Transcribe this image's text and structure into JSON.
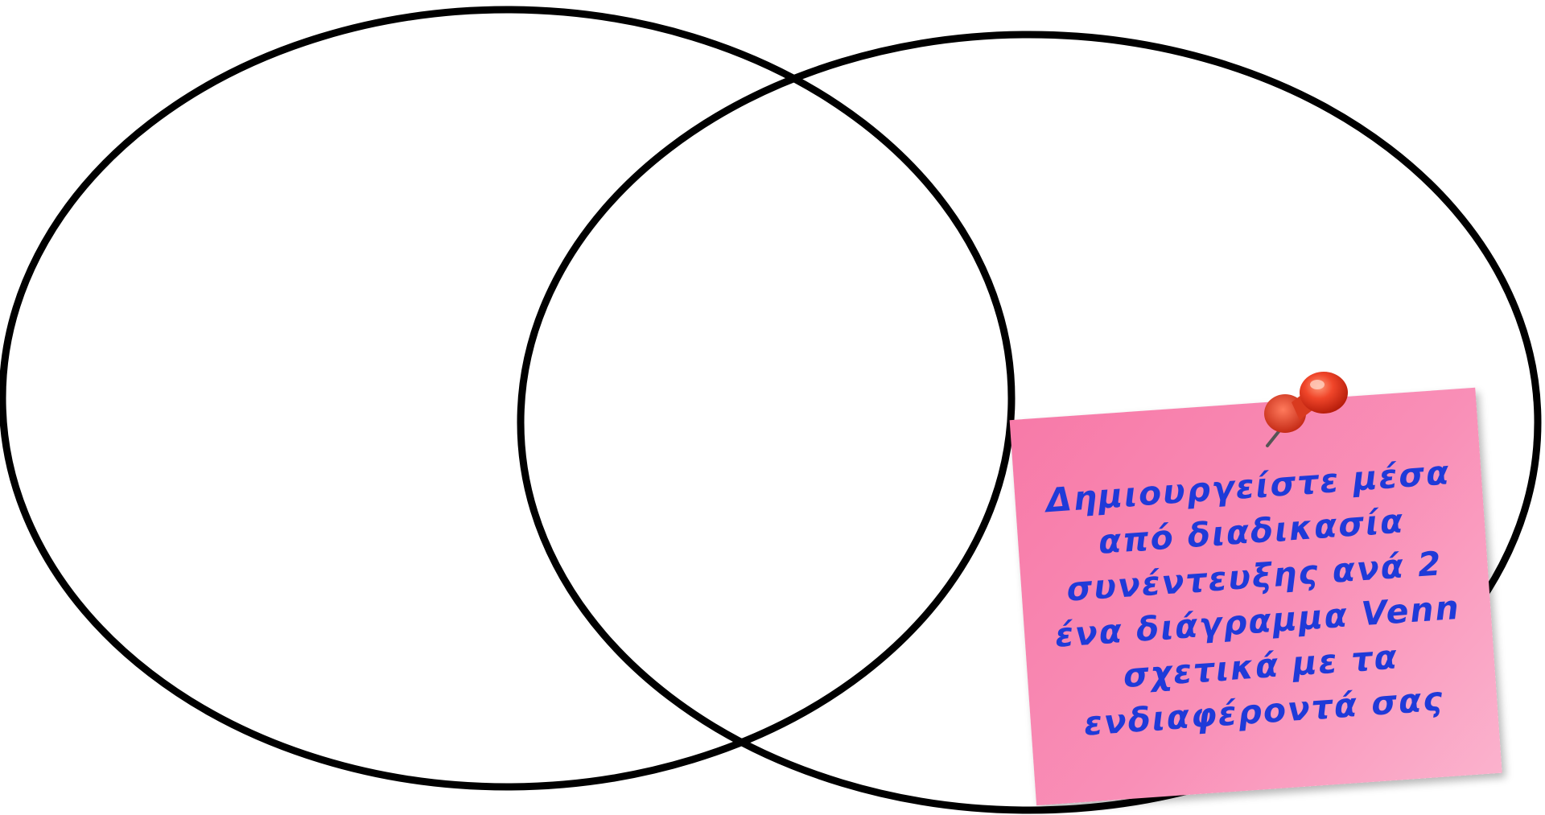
{
  "diagram": {
    "type": "venn",
    "sets": [
      {
        "label": ""
      },
      {
        "label": ""
      }
    ],
    "outline_color": "#000000"
  },
  "note": {
    "text": "Δημιουργείστε μέσα από διαδικασία συνέντευξης ανά 2 ένα διάγραμμα Venn σχετικά με τα ενδιαφέροντά σας",
    "lines": [
      "Δημιουργείστε μέσα",
      "από διαδικασία",
      "συνέντευξης ανά 2",
      "ένα διάγραμμα Venn",
      "σχετικά με τα",
      "ενδιαφέροντά σας"
    ],
    "background_color": "#f98fb7",
    "text_color": "#1f3ad8"
  },
  "pin": {
    "icon": "pushpin-icon",
    "color": "#e8321c"
  }
}
